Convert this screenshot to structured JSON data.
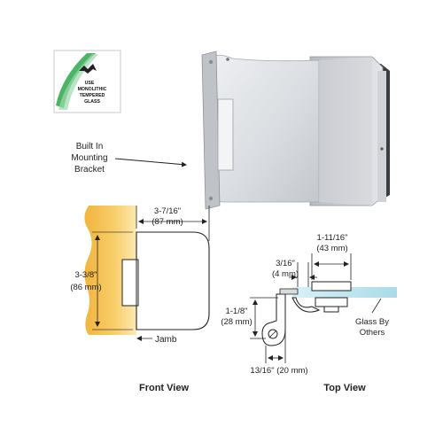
{
  "badge": {
    "lines": [
      "USE",
      "MONOLITHIC",
      "TEMPERED",
      "GLASS"
    ]
  },
  "callout": {
    "lines": [
      "Built In",
      "Mounting",
      "Bracket"
    ]
  },
  "front_view": {
    "title": "Front View",
    "width_dim": [
      "3-7/16\"",
      "(87 mm)"
    ],
    "height_dim": [
      "3-3/8\"",
      "(86 mm)"
    ],
    "jamb_label": "Jamb"
  },
  "top_view": {
    "title": "Top View",
    "dim_a": [
      "3/16\"",
      "(4 mm)"
    ],
    "dim_b": [
      "1-11/16\"",
      "(43 mm)"
    ],
    "dim_c": [
      "1-1/8\"",
      "(28 mm)"
    ],
    "dim_d": "13/16\" (20 mm)",
    "glass_label": [
      "Glass By",
      "Others"
    ]
  },
  "colors": {
    "wall": "#f7c75a",
    "wall_light": "#fbe3a4",
    "metal_light": "#e9ebee",
    "metal_mid": "#c9ccd1",
    "metal_dark": "#9da1a7",
    "glass": "#b9e4ef",
    "badge_green": "#2aa84a"
  }
}
